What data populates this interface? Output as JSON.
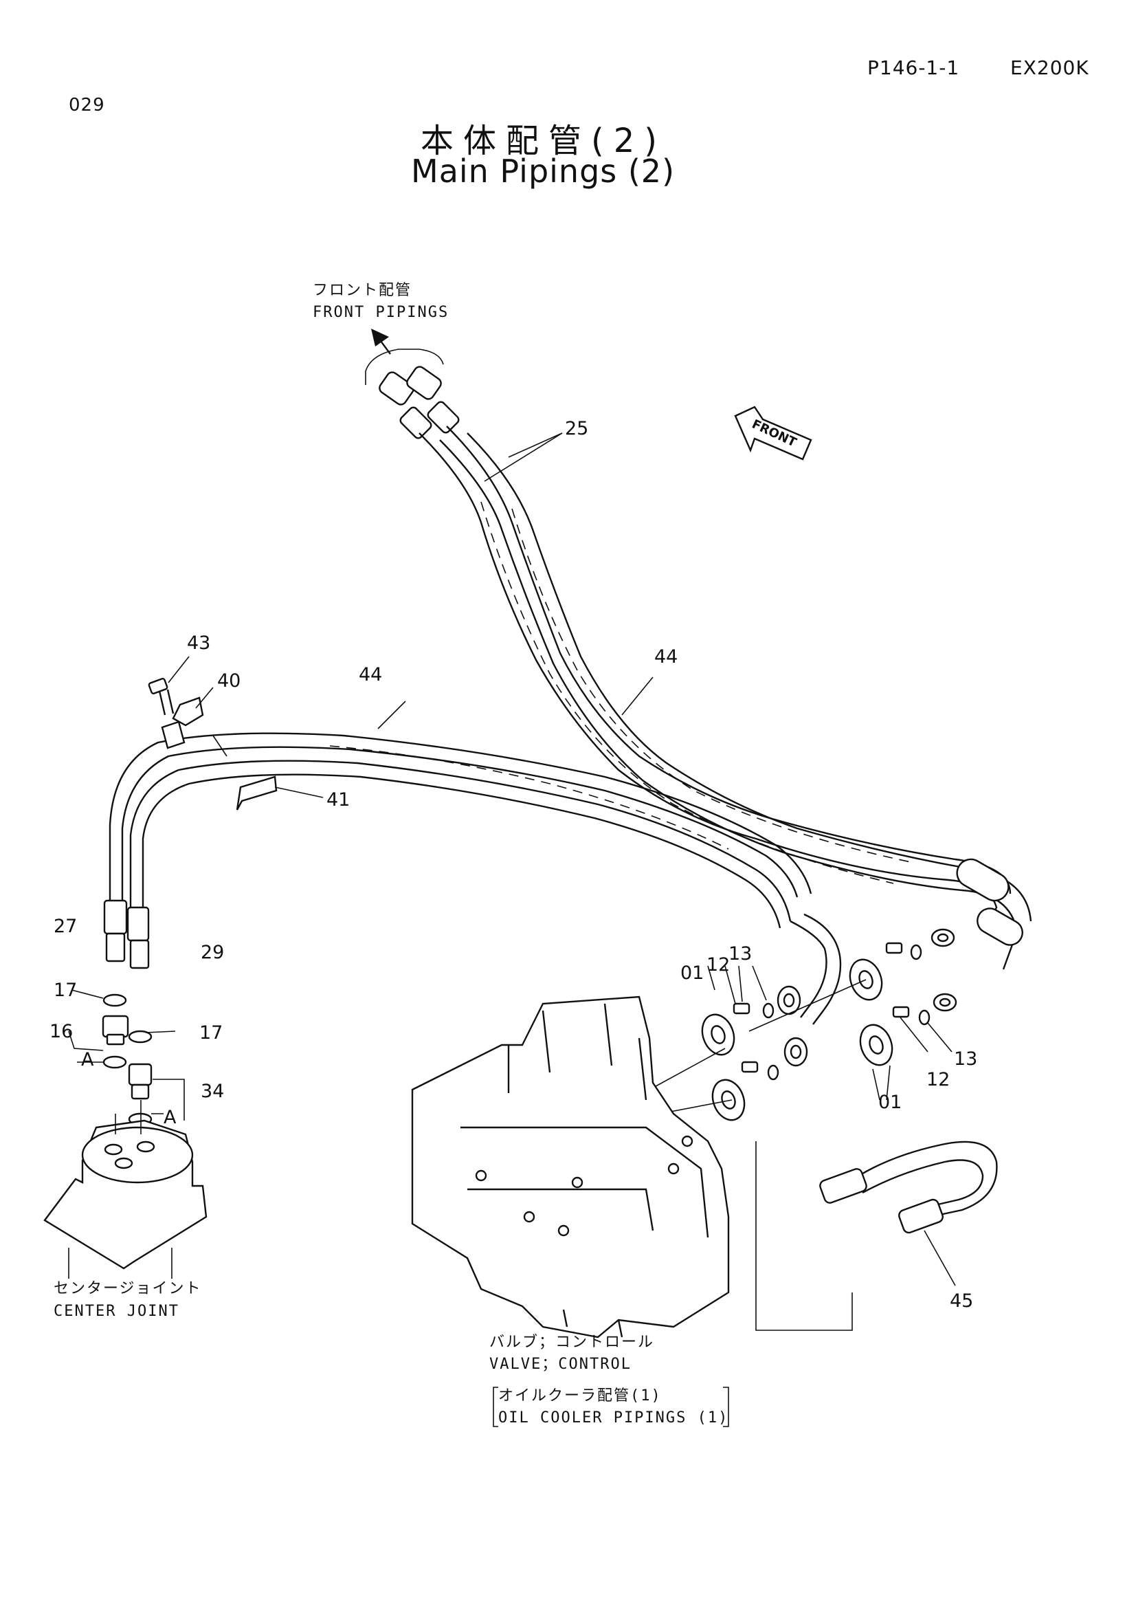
{
  "header": {
    "page_code": "P146-1-1",
    "model": "EX200K",
    "sheet_no": "029"
  },
  "title": {
    "japanese": "本体配管(2)",
    "english": "Main Pipings (2)"
  },
  "labels": {
    "front_pipings_jp": "フロント配管",
    "front_pipings_en": "FRONT PIPINGS",
    "front_arrow": "FRONT",
    "center_joint_jp": "センタージョイント",
    "center_joint_en": "CENTER JOINT",
    "valve_jp": "バルブ；コントロール",
    "valve_en": "VALVE；CONTROL",
    "oil_cooler_jp": "オイルクーラ配管(1)",
    "oil_cooler_en": "OIL COOLER PIPINGS (1)"
  },
  "callouts": {
    "c25": "25",
    "c44a": "44",
    "c44b": "44",
    "c43": "43",
    "c40": "40",
    "c41": "41",
    "c27": "27",
    "c29": "29",
    "c17a": "17",
    "c17b": "17",
    "c16": "16",
    "cAa": "A",
    "cAb": "A",
    "c34": "34",
    "c01a": "01",
    "c12a": "12",
    "c13a": "13",
    "c12b": "12",
    "c13b": "13",
    "c01b": "01",
    "c45": "45"
  }
}
